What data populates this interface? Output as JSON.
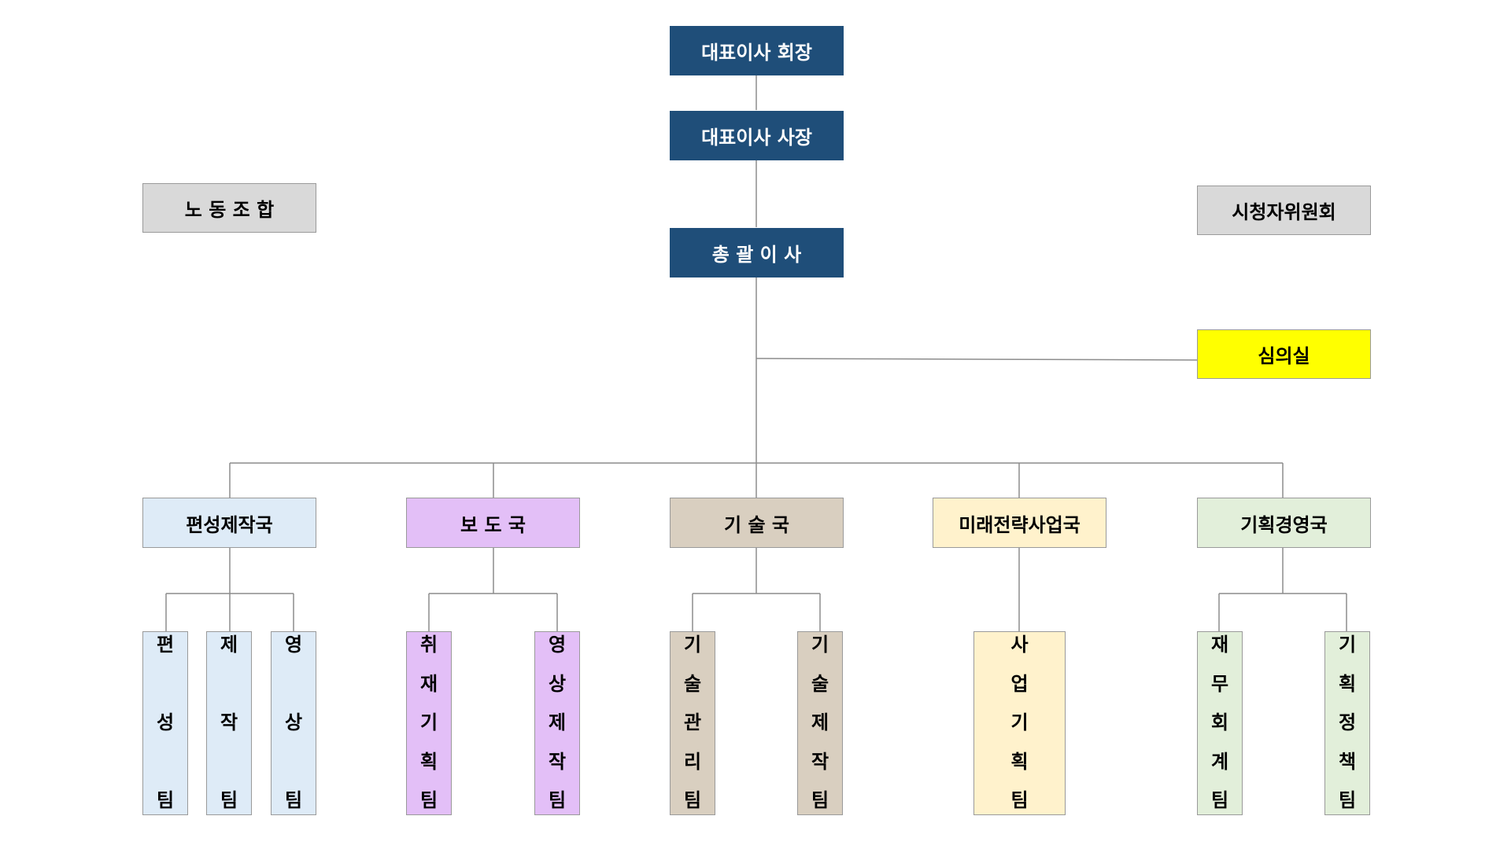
{
  "top": {
    "chairman": "대표이사 회장",
    "president": "대표이사 사장",
    "cdo": "총 괄 이 사"
  },
  "side": {
    "union": "노 동 조 합",
    "viewer_committee": "시청자위원회",
    "review_office": "심의실"
  },
  "departments": [
    {
      "name": "편성제작국",
      "teams": [
        [
          "편",
          "",
          "성",
          "",
          "팀"
        ],
        [
          "제",
          "",
          "작",
          "",
          "팀"
        ],
        [
          "영",
          "",
          "상",
          "",
          "팀"
        ]
      ]
    },
    {
      "name": "보 도 국",
      "teams": [
        [
          "취",
          "재",
          "기",
          "획",
          "팀"
        ],
        [
          "영",
          "상",
          "제",
          "작",
          "팀"
        ]
      ]
    },
    {
      "name": "기 술 국",
      "teams": [
        [
          "기",
          "술",
          "관",
          "리",
          "팀"
        ],
        [
          "기",
          "술",
          "제",
          "작",
          "팀"
        ]
      ]
    },
    {
      "name": "미래전략사업국",
      "teams": [
        [
          "사",
          "업",
          "기",
          "획",
          "팀"
        ]
      ]
    },
    {
      "name": "기획경영국",
      "teams": [
        [
          "재",
          "무",
          "회",
          "계",
          "팀"
        ],
        [
          "기",
          "획",
          "정",
          "책",
          "팀"
        ]
      ]
    }
  ],
  "colors": {
    "navy": "#1f4e79",
    "gray": "#d9d9d9",
    "yellow": "#ffff00",
    "blue": "#deebf7",
    "purple": "#e3bff7",
    "tan": "#d9cfc0",
    "cream": "#fff2cc",
    "green": "#e2efda"
  }
}
